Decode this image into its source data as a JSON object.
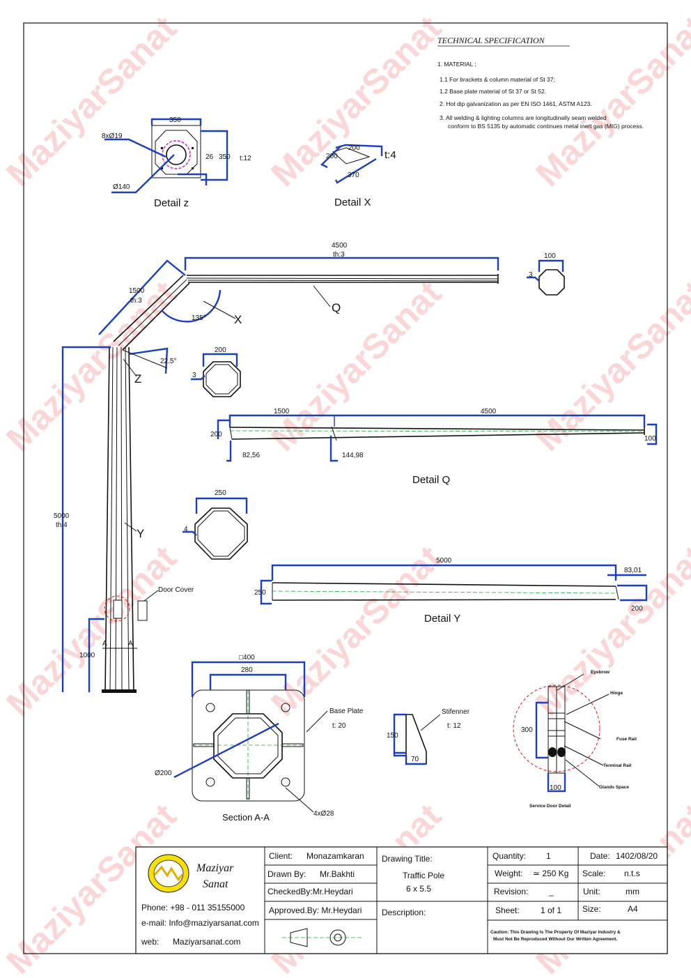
{
  "watermark": "MaziyarSanat",
  "spec": {
    "title": "TECHNICAL  SPECIFICATION",
    "lines": [
      "1. MATERIAL ;",
      "1.1  For brackets & column material of St 37;",
      "1.2  Base plate material of St 37 or St 52.",
      "2.  Hot dip galvanization as per EN ISO 1461, ASTM A123.",
      "3.  All welding & lighting columns are longitudinally seam welded",
      "conform to BS 5135 by automatic continues metal inert gas (MIG) process."
    ]
  },
  "detail_z": {
    "label": "Detail z",
    "d350a": "350",
    "d350b": "350",
    "bolt": "8xØ19",
    "d26": "26",
    "thick": "t:12",
    "d140": "Ø140"
  },
  "detail_x": {
    "label": "Detail X",
    "d200a": "200",
    "d200b": "200",
    "d370": "370",
    "thick": "t:4"
  },
  "arm": {
    "len": "4500",
    "th": "th:3",
    "q": "Q",
    "x": "X",
    "ang": "135°",
    "seg": "1500",
    "segth": "th:3"
  },
  "sec100": {
    "d": "100",
    "t": "3"
  },
  "sec200": {
    "d": "200",
    "t": "3"
  },
  "sec250": {
    "d": "250",
    "t": "4"
  },
  "pole": {
    "len": "5000",
    "th": "th:4",
    "y": "Y",
    "z": "Z",
    "ang": "22.5°",
    "door": "Door Cover",
    "base": "1000",
    "a1": "A",
    "a2": "A"
  },
  "detail_q": {
    "label": "Detail Q",
    "d1500": "1500",
    "d4500": "4500",
    "d200": "200",
    "d100": "100",
    "d8256": "82,56",
    "d14498": "144,98"
  },
  "detail_y": {
    "label": "Detail Y",
    "d5000": "5000",
    "d8301": "83,01",
    "d250": "250",
    "d200": "200"
  },
  "section": {
    "label": "Section A-A",
    "d400": "□400",
    "d280": "280",
    "d200": "Ø200",
    "holes": "4xØ28",
    "bp": "Base Plate",
    "bpt": "t: 20"
  },
  "stiff": {
    "label": "Stifenner",
    "t": "t: 12",
    "d150": "150",
    "d70": "70"
  },
  "door": {
    "label": "Service Door Detail",
    "d300": "300",
    "d100": "100",
    "eyebrow": "Eyebrow",
    "hinge": "Hinge",
    "fuse": "Fuse Rail",
    "terminal": "Terminal Rail",
    "glands": "Glands Space"
  },
  "tb": {
    "logo1": "Maziyar",
    "logo2": "Sanat",
    "phone": "Phone: +98 - 011 35155000",
    "email": "e-mail:  Info@maziyarsanat.com",
    "web_l": "web:",
    "web": "Maziyarsanat.com",
    "client_l": "Client:",
    "client": "Monazamkaran",
    "drawn_l": "Drawn By:",
    "drawn": "Mr.Bakhti",
    "checked": "CheckedBy:Mr.Heydari",
    "approved": "Approved.By:  Mr.Heydari",
    "dtitle_l": "Drawing Title:",
    "dtitle1": "Traffic Pole",
    "dtitle2": "6 x 5.5",
    "desc_l": "Description:",
    "qty_l": "Quantity:",
    "qty": "1",
    "weight_l": "Weight:",
    "weight": "≃ 250 Kg",
    "rev_l": "Revision:",
    "rev": "_",
    "sheet_l": "Sheet:",
    "sheet": "1 of 1",
    "date_l": "Date:",
    "date": "1402/08/20",
    "scale_l": "Scale:",
    "scale": "n.t.s",
    "unit_l": "Unit:",
    "unit": "mm",
    "size_l": "Size:",
    "size": "A4",
    "caution1": "Caution: This Drawing Is The Property Of Maziyar Industry &",
    "caution2": "Must Not Be Reproduced Without Our Written Agreement."
  }
}
